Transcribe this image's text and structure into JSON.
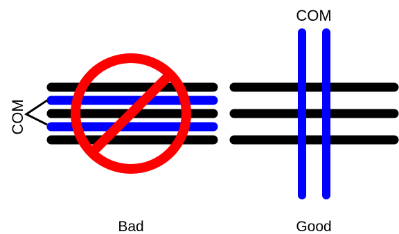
{
  "bad_panel": {
    "caption": "Bad",
    "com_label": "COM",
    "lines": [
      {
        "signal": "plain",
        "color": "#000000"
      },
      {
        "signal": "com",
        "color": "#0000ff"
      },
      {
        "signal": "plain",
        "color": "#000000"
      },
      {
        "signal": "com",
        "color": "#0000ff"
      },
      {
        "signal": "plain",
        "color": "#000000"
      }
    ],
    "prohibition_icon": "no-entry-icon",
    "prohibition_color": "#ff0000"
  },
  "good_panel": {
    "caption": "Good",
    "com_label": "COM",
    "horizontal_lines": [
      {
        "signal": "plain",
        "color": "#000000"
      },
      {
        "signal": "plain",
        "color": "#000000"
      },
      {
        "signal": "plain",
        "color": "#000000"
      }
    ],
    "vertical_lines": [
      {
        "signal": "com",
        "color": "#0000ff"
      },
      {
        "signal": "com",
        "color": "#0000ff"
      }
    ]
  },
  "colors": {
    "background": "#ffffff",
    "bracket": "#000000"
  }
}
